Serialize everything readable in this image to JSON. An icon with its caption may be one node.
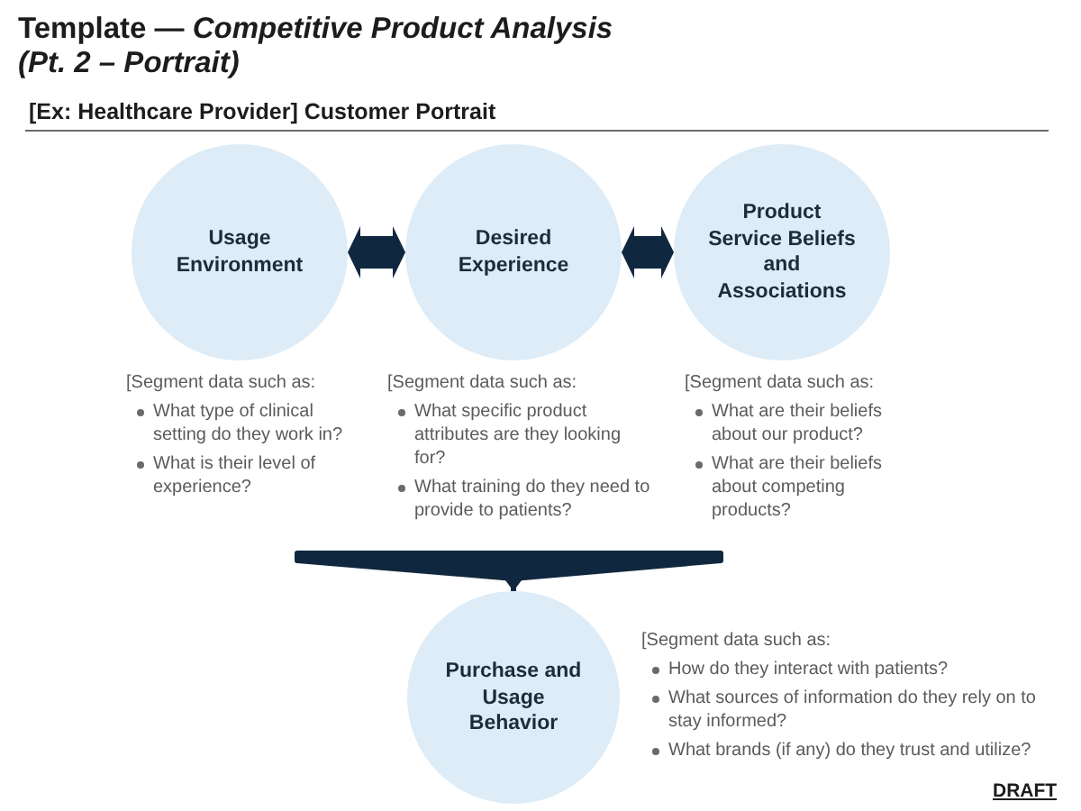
{
  "diagram": {
    "title": "Template — *Competitive Product Analysis (Pt. 2 – Portrait)*",
    "nodes": [
      {
        "text": [
          "Usage Environment"
        ],
        "beside": [
          "[Segment data such as:",
          "What type of clinical setting do they work in?",
          "What is their level of experience?"
        ]
      },
      {
        "text": [
          "Desired Experience"
        ],
        "beside": [
          "[Segment data such as:",
          "What specific product attributes are they looking for?",
          "What training do they need to provide to patients?"
        ]
      },
      {
        "text": [
          "Product Service Beliefs and Associations"
        ],
        "beside": [
          "[Segment data such as:",
          "What are their beliefs about our product?",
          "What are their beliefs about competing products?"
        ]
      },
      {
        "text": [
          "Purchase and Usage Behavior"
        ],
        "beside": [
          "[Segment data such as:",
          "How do they interact with patients?",
          "What sources of information do they rely on to stay informed?",
          "What brands (if any) do they trust and utilize?"
        ]
      }
    ],
    "edges": [
      {
        "from": 0,
        "to": 1,
        "arrow": "both"
      },
      {
        "from": 1,
        "to": 2,
        "arrow": "both"
      },
      {
        "from": null,
        "to": 3,
        "arrow": "to"
      }
    ],
    "labels": [
      "[Ex: Healthcare Provider] Customer Portrait",
      "DRAFT"
    ]
  }
}
